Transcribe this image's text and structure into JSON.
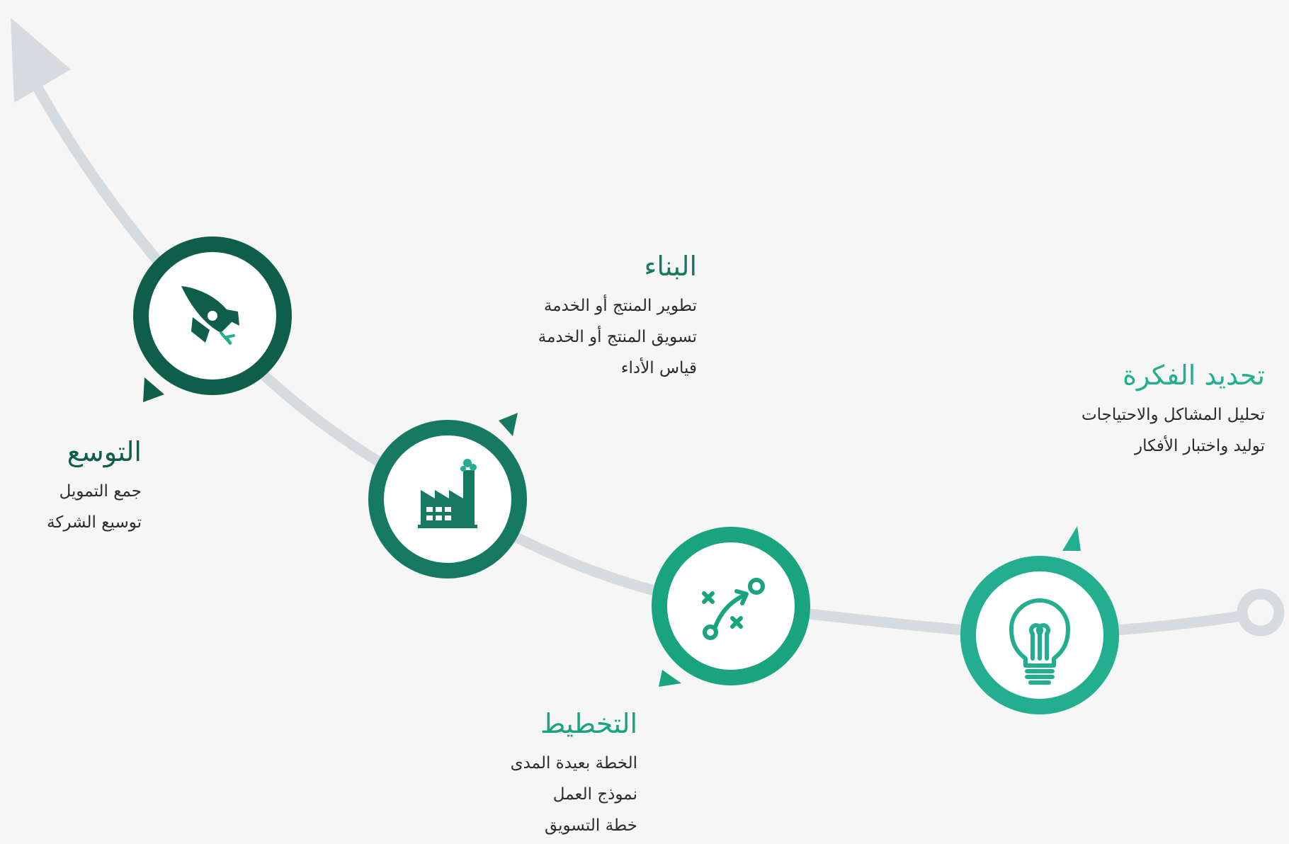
{
  "colors": {
    "background": "#f6f6f6",
    "track": "#d6dbdf",
    "stage_idea": "#23ae8f",
    "stage_planning": "#1aa37f",
    "stage_building": "#167a62",
    "stage_expansion": "#0f5e4a"
  },
  "stages": [
    {
      "id": "idea",
      "icon": "lightbulb-icon",
      "title": "تحديد الفكرة",
      "items": [
        "تحليل المشاكل والاحتياجات",
        "توليد واختبار الأفكار"
      ]
    },
    {
      "id": "planning",
      "icon": "strategy-icon",
      "title": "التخطيط",
      "items": [
        "الخطة بعيدة المدى",
        "نموذج العمل",
        "خطة التسويق"
      ]
    },
    {
      "id": "building",
      "icon": "factory-icon",
      "title": "البناء",
      "items": [
        "تطوير المنتج أو الخدمة",
        "تسويق المنتج أو الخدمة",
        "قياس الأداء"
      ]
    },
    {
      "id": "expansion",
      "icon": "rocket-icon",
      "title": "التوسع",
      "items": [
        "جمع التمويل",
        "توسيع الشركة"
      ]
    }
  ]
}
